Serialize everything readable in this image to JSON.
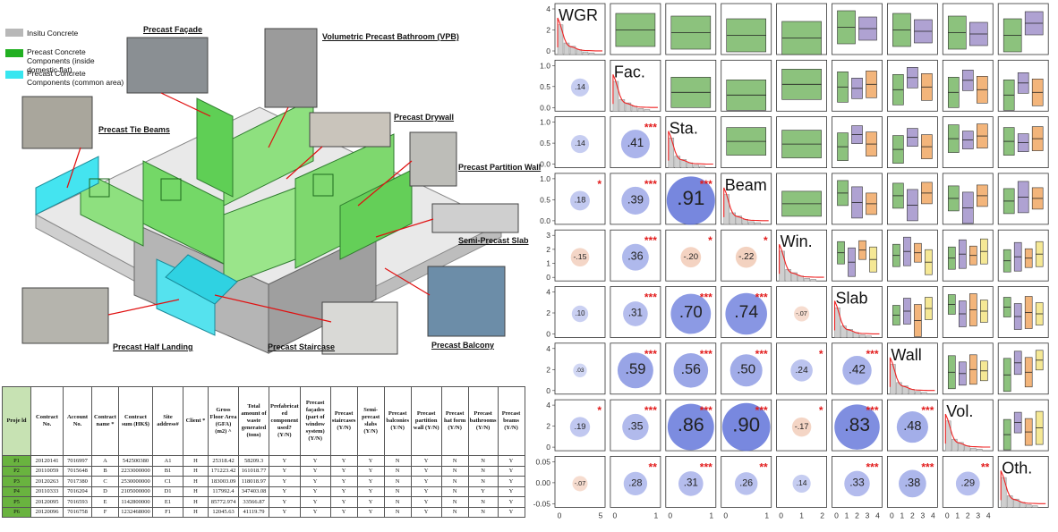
{
  "legend": [
    {
      "label": "Insitu Concrete",
      "color": "#b8b8b8"
    },
    {
      "label": "Precast Concrete Components (inside domestic flat)",
      "color": "#22b022"
    },
    {
      "label": "Precast Concrete Components (common area)",
      "color": "#38e6f0"
    }
  ],
  "component_labels": {
    "facade": "Precast Façade",
    "vpb": "Volumetric Precast Bathroom (VPB)",
    "tie_beams": "Precast Tie Beams",
    "drywall": "Precast Drywall",
    "partition": "Precast Partition Wall",
    "slab": "Semi-Precast Slab",
    "half_landing": "Precast Half Landing",
    "staircase": "Precast Staircase",
    "balcony": "Precast Balcony"
  },
  "table": {
    "headers": [
      "Proje ld",
      "Contract No.",
      "Account No.",
      "Contract name *",
      "Contract sum (HK$)",
      "Site address#",
      "Client *",
      "Gross Floor Area (GFA) (m2) ^",
      "Total amount of waste generated (tons)",
      "Prefabricat ed component used? (Y/N)",
      "Precast façades (part of window system) (Y/N)",
      "Precast staircases (Y/N)",
      "Semi-precast slabs (Y/N)",
      "Precast balconies (Y/N)",
      "Precast partition wall (Y/N)",
      "Precast hat form (Y/N)",
      "Precast bathrooms (Y/N)",
      "Precast beams (Y/N)"
    ],
    "rows": [
      [
        "P1",
        "20120141",
        "7016997",
        "A",
        "542500380",
        "A1",
        "H",
        "25318.42",
        "58209.3",
        "Y",
        "Y",
        "Y",
        "Y",
        "N",
        "Y",
        "N",
        "N",
        "Y"
      ],
      [
        "P2",
        "20110059",
        "7015648",
        "B",
        "2233000000",
        "B1",
        "H",
        "171223.42",
        "161018.77",
        "Y",
        "Y",
        "Y",
        "Y",
        "N",
        "Y",
        "N",
        "N",
        "Y"
      ],
      [
        "P3",
        "20120263",
        "7017380",
        "C",
        "2530000000",
        "C1",
        "H",
        "183003.09",
        "118018.97",
        "Y",
        "Y",
        "Y",
        "Y",
        "N",
        "Y",
        "N",
        "N",
        "Y"
      ],
      [
        "P4",
        "20110333",
        "7016204",
        "D",
        "2105000000",
        "D1",
        "H",
        "117992.4",
        "347403.08",
        "Y",
        "Y",
        "Y",
        "Y",
        "N",
        "Y",
        "N",
        "Y",
        "Y"
      ],
      [
        "P5",
        "20120095",
        "7016593",
        "E",
        "1142800000",
        "E1",
        "H",
        "85772.974",
        "33566.87",
        "Y",
        "Y",
        "Y",
        "Y",
        "N",
        "Y",
        "N",
        "N",
        "Y"
      ],
      [
        "P6",
        "20120096",
        "7016758",
        "F",
        "1232468000",
        "F1",
        "H",
        "12045.63",
        "41119.79",
        "Y",
        "Y",
        "Y",
        "Y",
        "N",
        "Y",
        "N",
        "N",
        "Y"
      ]
    ]
  },
  "chart_data": {
    "type": "scatter-matrix",
    "variables": [
      "WGR",
      "Fac.",
      "Sta.",
      "Beam",
      "Win.",
      "Slab",
      "Wall",
      "Vol.",
      "Oth."
    ],
    "row_yticks": [
      [
        "0",
        "2",
        "4"
      ],
      [
        "0.0",
        "0.5",
        "1.0"
      ],
      [
        "0.0",
        "0.5",
        "1.0"
      ],
      [
        "0.0",
        "0.5",
        "1.0"
      ],
      [
        "0",
        "1",
        "2",
        "3"
      ],
      [
        "0",
        "2",
        "4"
      ],
      [
        "0",
        "2",
        "4"
      ],
      [
        "0",
        "2",
        "4"
      ],
      [
        "-0.05",
        "0.00",
        "0.05"
      ]
    ],
    "col_xticks": [
      [
        "0",
        "5"
      ],
      [
        "0",
        "1"
      ],
      [
        "0",
        "1"
      ],
      [
        "0",
        "1"
      ],
      [
        "0",
        "1",
        "2"
      ],
      [
        "0",
        "1",
        "2",
        "3",
        "4"
      ],
      [
        "0",
        "1",
        "2",
        "3",
        "4"
      ],
      [
        "0",
        "1",
        "2",
        "3",
        "4"
      ],
      []
    ],
    "correlations": [
      {
        "row": 2,
        "col": 1,
        "value": ".14",
        "stars": ""
      },
      {
        "row": 3,
        "col": 1,
        "value": ".14",
        "stars": ""
      },
      {
        "row": 3,
        "col": 2,
        "value": ".41",
        "stars": "***"
      },
      {
        "row": 4,
        "col": 1,
        "value": ".18",
        "stars": "*"
      },
      {
        "row": 4,
        "col": 2,
        "value": ".39",
        "stars": "***"
      },
      {
        "row": 4,
        "col": 3,
        "value": ".91",
        "stars": "***"
      },
      {
        "row": 5,
        "col": 1,
        "value": "-.15",
        "stars": ""
      },
      {
        "row": 5,
        "col": 2,
        "value": ".36",
        "stars": "***"
      },
      {
        "row": 5,
        "col": 3,
        "value": "-.20",
        "stars": "*"
      },
      {
        "row": 5,
        "col": 4,
        "value": "-.22",
        "stars": "*"
      },
      {
        "row": 6,
        "col": 1,
        "value": ".10",
        "stars": ""
      },
      {
        "row": 6,
        "col": 2,
        "value": ".31",
        "stars": "***"
      },
      {
        "row": 6,
        "col": 3,
        "value": ".70",
        "stars": "***"
      },
      {
        "row": 6,
        "col": 4,
        "value": ".74",
        "stars": "***"
      },
      {
        "row": 6,
        "col": 5,
        "value": "-.07",
        "stars": ""
      },
      {
        "row": 7,
        "col": 1,
        "value": ".03",
        "stars": ""
      },
      {
        "row": 7,
        "col": 2,
        "value": ".59",
        "stars": "***"
      },
      {
        "row": 7,
        "col": 3,
        "value": ".56",
        "stars": "***"
      },
      {
        "row": 7,
        "col": 4,
        "value": ".50",
        "stars": "***"
      },
      {
        "row": 7,
        "col": 5,
        "value": ".24",
        "stars": "*"
      },
      {
        "row": 7,
        "col": 6,
        "value": ".42",
        "stars": "***"
      },
      {
        "row": 8,
        "col": 1,
        "value": ".19",
        "stars": "*"
      },
      {
        "row": 8,
        "col": 2,
        "value": ".35",
        "stars": "***"
      },
      {
        "row": 8,
        "col": 3,
        "value": ".86",
        "stars": "***"
      },
      {
        "row": 8,
        "col": 4,
        "value": ".90",
        "stars": "***"
      },
      {
        "row": 8,
        "col": 5,
        "value": "-.17",
        "stars": "*"
      },
      {
        "row": 8,
        "col": 6,
        "value": ".83",
        "stars": "***"
      },
      {
        "row": 8,
        "col": 7,
        "value": ".48",
        "stars": "***"
      },
      {
        "row": 9,
        "col": 1,
        "value": "-.07",
        "stars": ""
      },
      {
        "row": 9,
        "col": 2,
        "value": ".28",
        "stars": "**"
      },
      {
        "row": 9,
        "col": 3,
        "value": ".31",
        "stars": "***"
      },
      {
        "row": 9,
        "col": 4,
        "value": ".26",
        "stars": "**"
      },
      {
        "row": 9,
        "col": 5,
        "value": ".14",
        "stars": ""
      },
      {
        "row": 9,
        "col": 6,
        "value": ".33",
        "stars": "***"
      },
      {
        "row": 9,
        "col": 7,
        "value": ".38",
        "stars": "***"
      },
      {
        "row": 9,
        "col": 8,
        "value": ".29",
        "stars": "**"
      }
    ],
    "colors": {
      "positive": "#5468d6",
      "negative": "#e0885a",
      "green": "#6fb35c",
      "purple": "#9b8bc7",
      "orange": "#f0a25a",
      "yellow": "#f2e27a",
      "blue": "#4070b0"
    }
  }
}
